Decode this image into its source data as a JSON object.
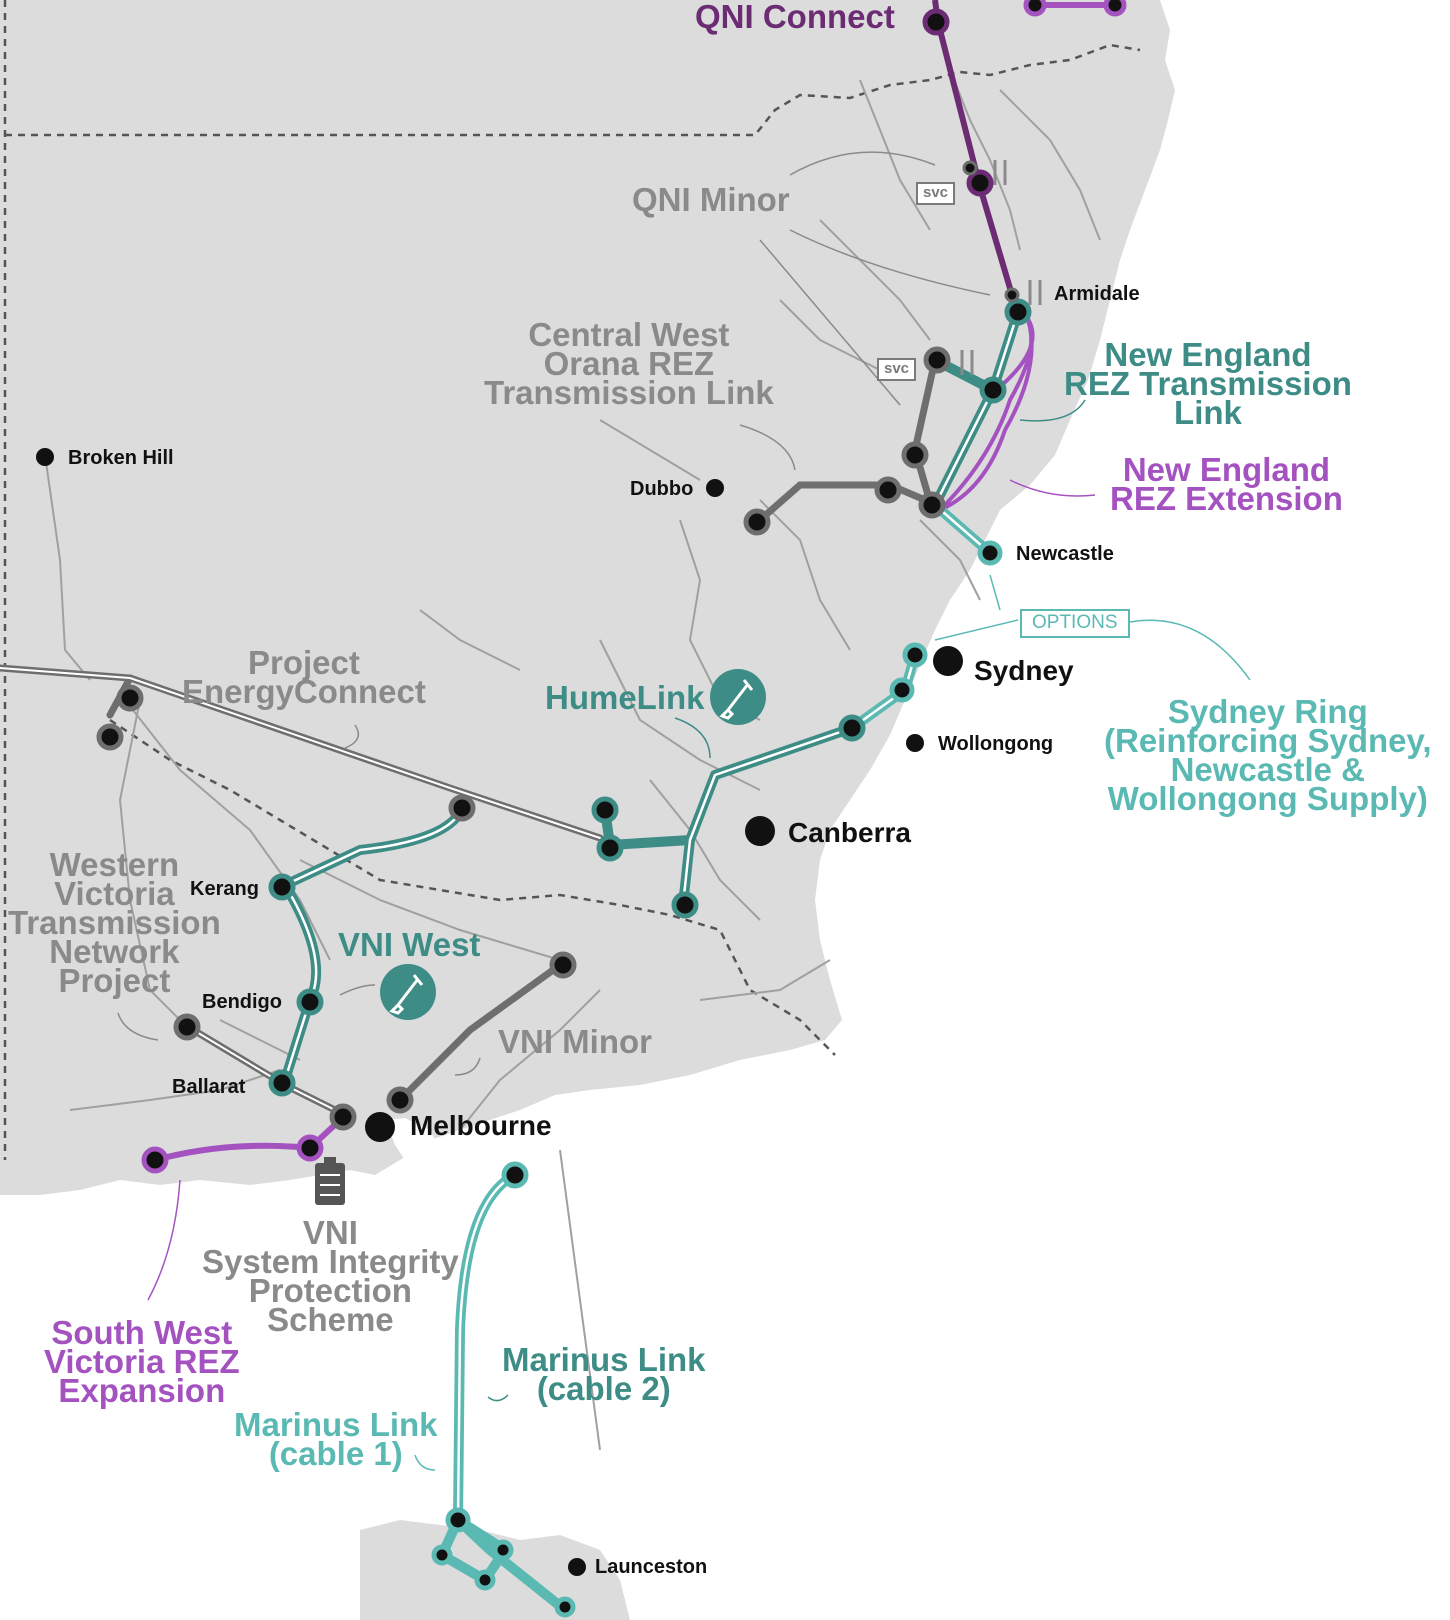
{
  "map": {
    "colors": {
      "land": "#dcdcdc",
      "sea": "#ffffff",
      "network": "#9c9c9c",
      "border": "#555555",
      "existing_grey": "#6e6e6e",
      "teal": "#3d8c86",
      "light_teal": "#5bb9b3",
      "purple": "#a452c0",
      "dark_purple": "#6b2c73"
    },
    "cities": {
      "broken_hill": "Broken Hill",
      "dubbo": "Dubbo",
      "armidale": "Armidale",
      "newcastle": "Newcastle",
      "sydney": "Sydney",
      "wollongong": "Wollongong",
      "canberra": "Canberra",
      "kerang": "Kerang",
      "bendigo": "Bendigo",
      "ballarat": "Ballarat",
      "melbourne": "Melbourne",
      "launceston": "Launceston"
    },
    "projects": {
      "qni_connect": "QNI Connect",
      "qni_minor": "QNI Minor",
      "central_west": "Central West\nOrana REZ\nTransmission Link",
      "new_england_link": "New England\nREZ Transmission\nLink",
      "new_england_ext": "New England\nREZ Extension",
      "project_energyconnect": "Project\nEnergyConnect",
      "humelink": "HumeLink",
      "sydney_ring": "Sydney Ring\n(Reinforcing Sydney,\nNewcastle &\nWollongong Supply)",
      "western_victoria": "Western\nVictoria\nTransmission\nNetwork\nProject",
      "vni_west": "VNI West",
      "vni_minor": "VNI Minor",
      "vni_sips": "VNI\nSystem Integrity\nProtection\nScheme",
      "south_west_victoria": "South West\nVictoria REZ\nExpansion",
      "marinus_cable2": "Marinus Link\n(cable 2)",
      "marinus_cable1": "Marinus Link\n(cable 1)"
    },
    "tags": {
      "svc": "svc",
      "options": "OPTIONS"
    },
    "icons": [
      "shovel-icon",
      "battery-icon",
      "circuit-breaker-icon",
      "curved-arrow-icon"
    ]
  }
}
